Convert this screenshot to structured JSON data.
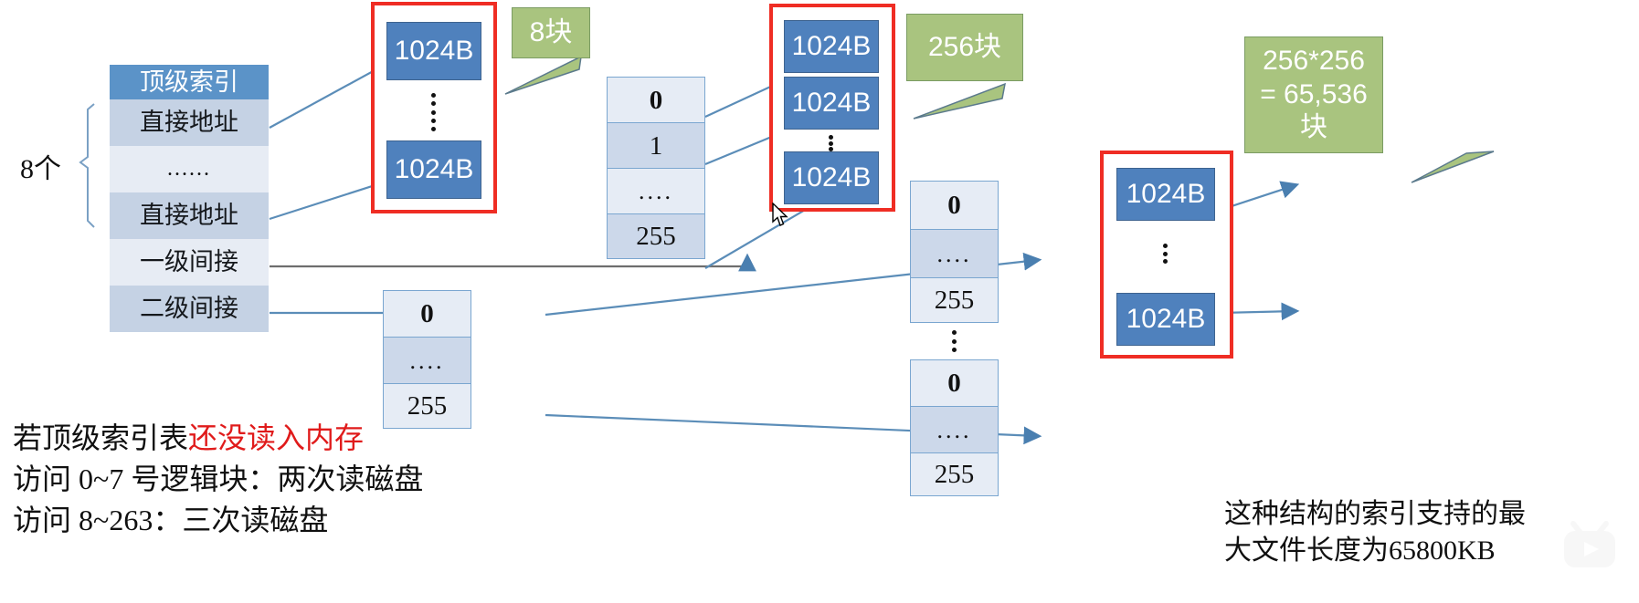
{
  "diagram": {
    "title_table": {
      "header": "顶级索引",
      "rows": [
        {
          "label": "直接地址",
          "shade": "dark"
        },
        {
          "label": "......",
          "shade": "light"
        },
        {
          "label": "直接地址",
          "shade": "dark"
        },
        {
          "label": "一级间接",
          "shade": "light"
        },
        {
          "label": "二级间接",
          "shade": "dark"
        }
      ]
    },
    "bracket_label": "8个",
    "callouts": [
      {
        "name": "callout-8-blocks",
        "text": "8块"
      },
      {
        "name": "callout-256-blocks",
        "text": "256块"
      },
      {
        "name": "callout-65536-blocks",
        "lines": [
          "256*256",
          "= 65,536",
          "块"
        ]
      }
    ],
    "block_groups": [
      {
        "name": "direct-blocks-group",
        "blocks": [
          "1024B",
          "1024B"
        ],
        "ellipsis": true
      },
      {
        "name": "single-indirect-blocks-group",
        "blocks": [
          "1024B",
          "1024B",
          "1024B"
        ],
        "ellipsis": true
      },
      {
        "name": "double-indirect-blocks-group",
        "blocks": [
          "1024B",
          "1024B"
        ],
        "ellipsis": true
      }
    ],
    "index_tables": [
      {
        "name": "single-indirect-index-table",
        "cells": [
          "0",
          "1",
          "....",
          "255"
        ]
      },
      {
        "name": "double-indirect-index-table",
        "cells": [
          "0",
          "....",
          "255"
        ]
      },
      {
        "name": "second-level-index-table-first",
        "cells": [
          "0",
          "....",
          "255"
        ]
      },
      {
        "name": "second-level-index-table-last",
        "cells": [
          "0",
          "....",
          "255"
        ]
      }
    ],
    "notes": {
      "left": [
        {
          "prefix": "若顶级索引表",
          "highlight": "还没读入内存"
        },
        {
          "prefix": "访问 0~7 号逻辑块：两次读磁盘"
        },
        {
          "prefix": "访问 8~263：三次读磁盘"
        }
      ],
      "right": [
        "这种结构的索引支持的最",
        "大文件长度为65800KB"
      ]
    },
    "colors": {
      "block_fill": "#4f81bd",
      "group_border": "#ef2d24",
      "callout_fill": "#a9c47f",
      "header_fill": "#5b93c8",
      "arrow": "#5b8db8",
      "highlight_text": "#e01b1b"
    }
  }
}
